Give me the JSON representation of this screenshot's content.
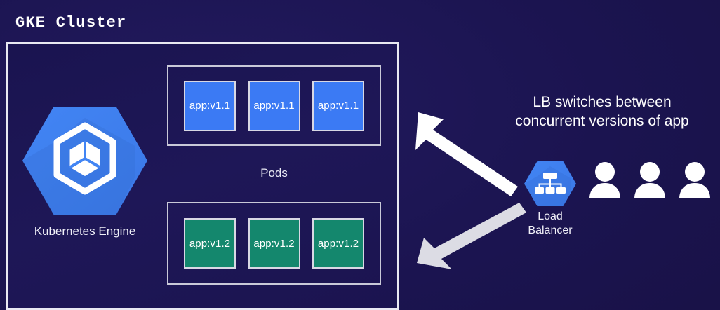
{
  "diagram": {
    "title": "GKE Cluster",
    "background_color": "#1b1450",
    "cluster_border_color": "#e9e9f2"
  },
  "cluster": {
    "gke_node": {
      "label": "Kubernetes Engine",
      "icon": "kubernetes-engine-hexagon-icon",
      "hex_color": "#3b7af4"
    },
    "pods_caption": "Pods",
    "pod_groups": [
      {
        "name": "version-1-1",
        "color": "#3b7af4",
        "pods": [
          {
            "label": "app:v1.1"
          },
          {
            "label": "app:v1.1"
          },
          {
            "label": "app:v1.1"
          }
        ]
      },
      {
        "name": "version-1-2",
        "color": "#14876d",
        "pods": [
          {
            "label": "app:v1.2"
          },
          {
            "label": "app:v1.2"
          },
          {
            "label": "app:v1.2"
          }
        ]
      }
    ]
  },
  "right_panel": {
    "caption_line_1": "LB switches between",
    "caption_line_2": "concurrent versions of app",
    "load_balancer": {
      "label_line_1": "Load",
      "label_line_2": "Balancer",
      "icon": "load-balancer-hierarchy-icon",
      "hex_color": "#3b7af4"
    },
    "users": [
      {
        "icon": "user-icon"
      },
      {
        "icon": "user-icon"
      },
      {
        "icon": "user-icon"
      }
    ]
  },
  "arrows": [
    {
      "name": "arrow-to-v1-1-pods",
      "direction": "up-left",
      "color": "#ffffff"
    },
    {
      "name": "arrow-to-v1-2-pods",
      "direction": "down-left",
      "color": "#dcdce4"
    }
  ]
}
